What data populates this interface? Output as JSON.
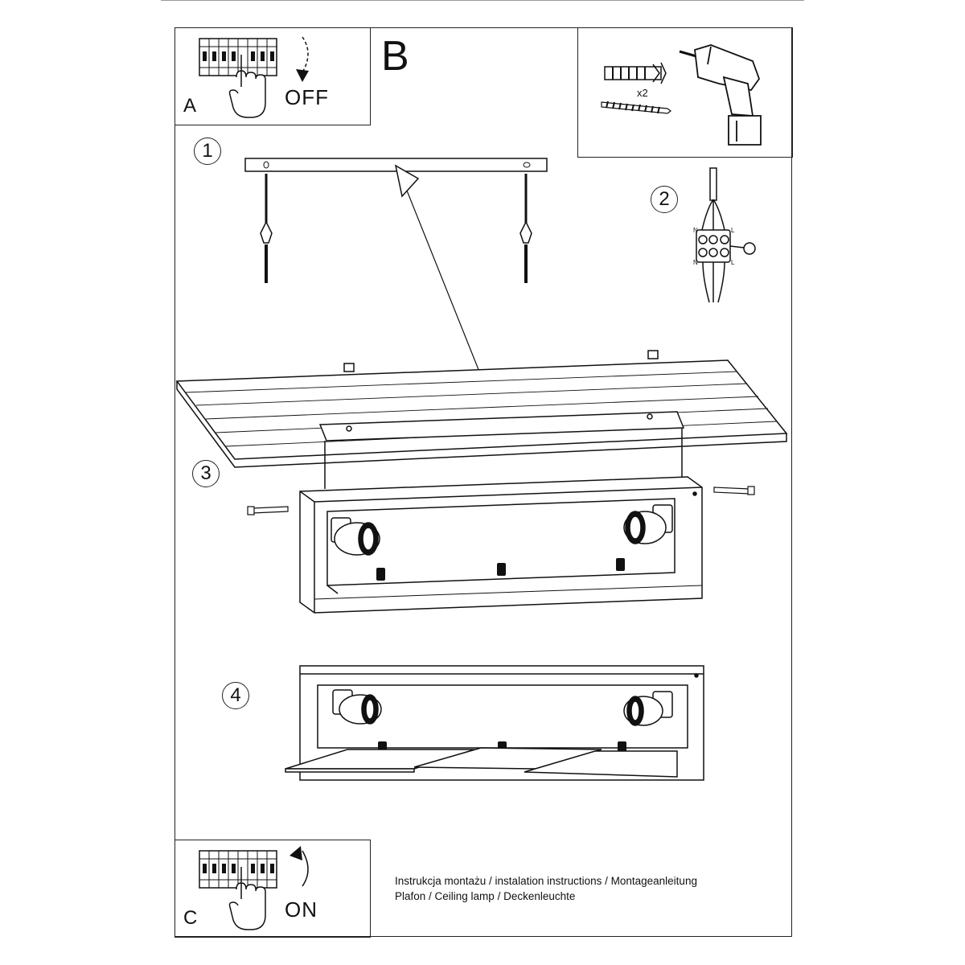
{
  "panels": {
    "a": {
      "letter": "A",
      "switch_label": "OFF"
    },
    "b": {
      "letter": "B"
    },
    "c": {
      "letter": "C",
      "switch_label": "ON"
    }
  },
  "tools": {
    "quantity": "x2"
  },
  "steps": [
    "1",
    "2",
    "3",
    "4"
  ],
  "wiring": {
    "n_top": "N",
    "l_top": "L",
    "n_bottom": "N",
    "l_bottom": "L"
  },
  "caption": {
    "line1": "Instrukcja montażu / instalation instructions / Montageanleitung",
    "line2": "Plafon / Ceiling lamp / Deckenleuchte"
  }
}
